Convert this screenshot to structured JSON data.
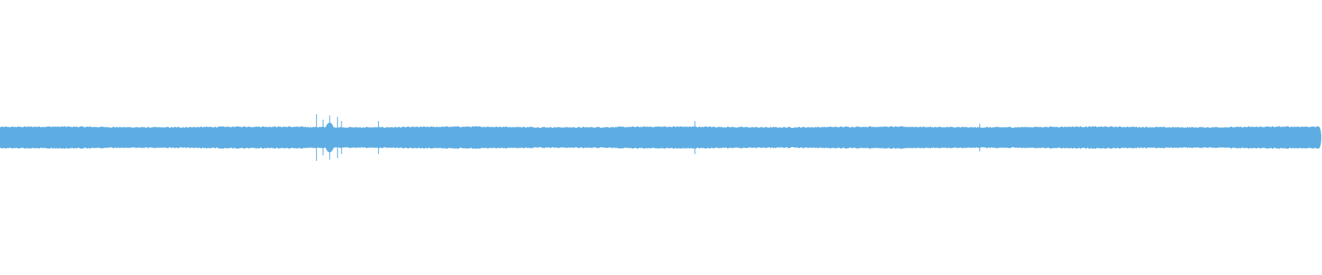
{
  "waveform": {
    "color": "#5dade2",
    "background": "#ffffff",
    "baseline_amplitude": 0.08,
    "peaks": [
      {
        "position": 0.24,
        "amplitude": 0.17
      },
      {
        "position": 0.245,
        "amplitude": 0.13
      },
      {
        "position": 0.25,
        "amplitude": 0.16
      },
      {
        "position": 0.256,
        "amplitude": 0.15
      },
      {
        "position": 0.259,
        "amplitude": 0.12
      },
      {
        "position": 0.287,
        "amplitude": 0.12
      },
      {
        "position": 0.527,
        "amplitude": 0.12
      },
      {
        "position": 0.743,
        "amplitude": 0.1
      }
    ]
  }
}
